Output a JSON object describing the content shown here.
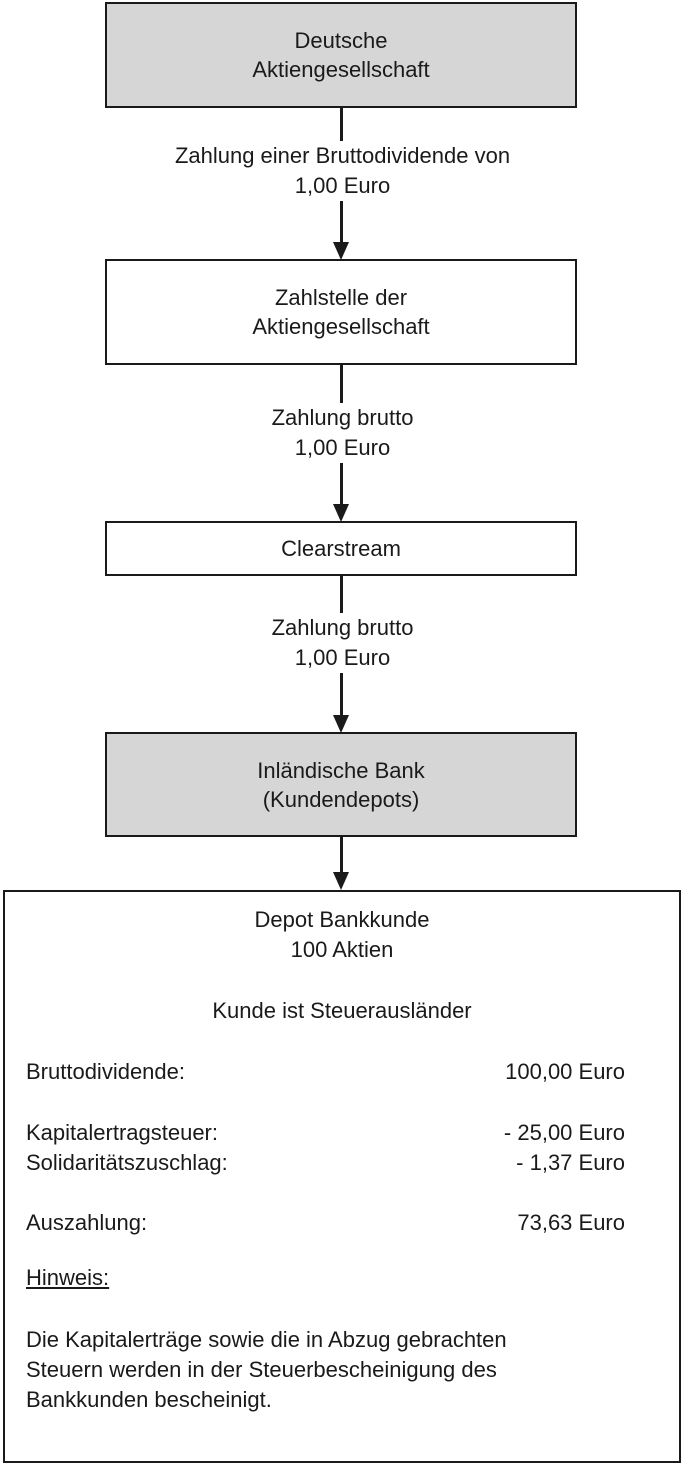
{
  "nodes": {
    "ag": {
      "line1": "Deutsche",
      "line2": "Aktiengesellschaft"
    },
    "zahlstelle": {
      "line1": "Zahlstelle der",
      "line2": "Aktiengesellschaft"
    },
    "clearstream": {
      "line1": "Clearstream"
    },
    "bank": {
      "line1": "Inländische Bank",
      "line2": "(Kundendepots)"
    }
  },
  "edges": {
    "e1": {
      "line1": "Zahlung einer Bruttodividende von",
      "line2": "1,00 Euro"
    },
    "e2": {
      "line1": "Zahlung brutto",
      "line2": "1,00 Euro"
    },
    "e3": {
      "line1": "Zahlung brutto",
      "line2": "1,00 Euro"
    }
  },
  "depot": {
    "title1": "Depot Bankkunde",
    "title2": "100 Aktien",
    "status": "Kunde ist Steuerausländer",
    "rows": [
      {
        "label": "Bruttodividende:",
        "value": "100,00 Euro"
      },
      {
        "label": "Kapitalertragsteuer:",
        "value": "- 25,00 Euro"
      },
      {
        "label": "Solidaritätszuschlag:",
        "value": "- 1,37 Euro"
      },
      {
        "label": "Auszahlung:",
        "value": "73,63 Euro"
      }
    ],
    "note_title": "Hinweis:",
    "note_text": "Die Kapitalerträge sowie die in Abzug gebrachten\nSteuern werden in der Steuerbescheinigung  des\nBankkunden bescheinigt."
  },
  "colors": {
    "shaded_box": "#d6d6d6",
    "line": "#1a1a1a"
  }
}
